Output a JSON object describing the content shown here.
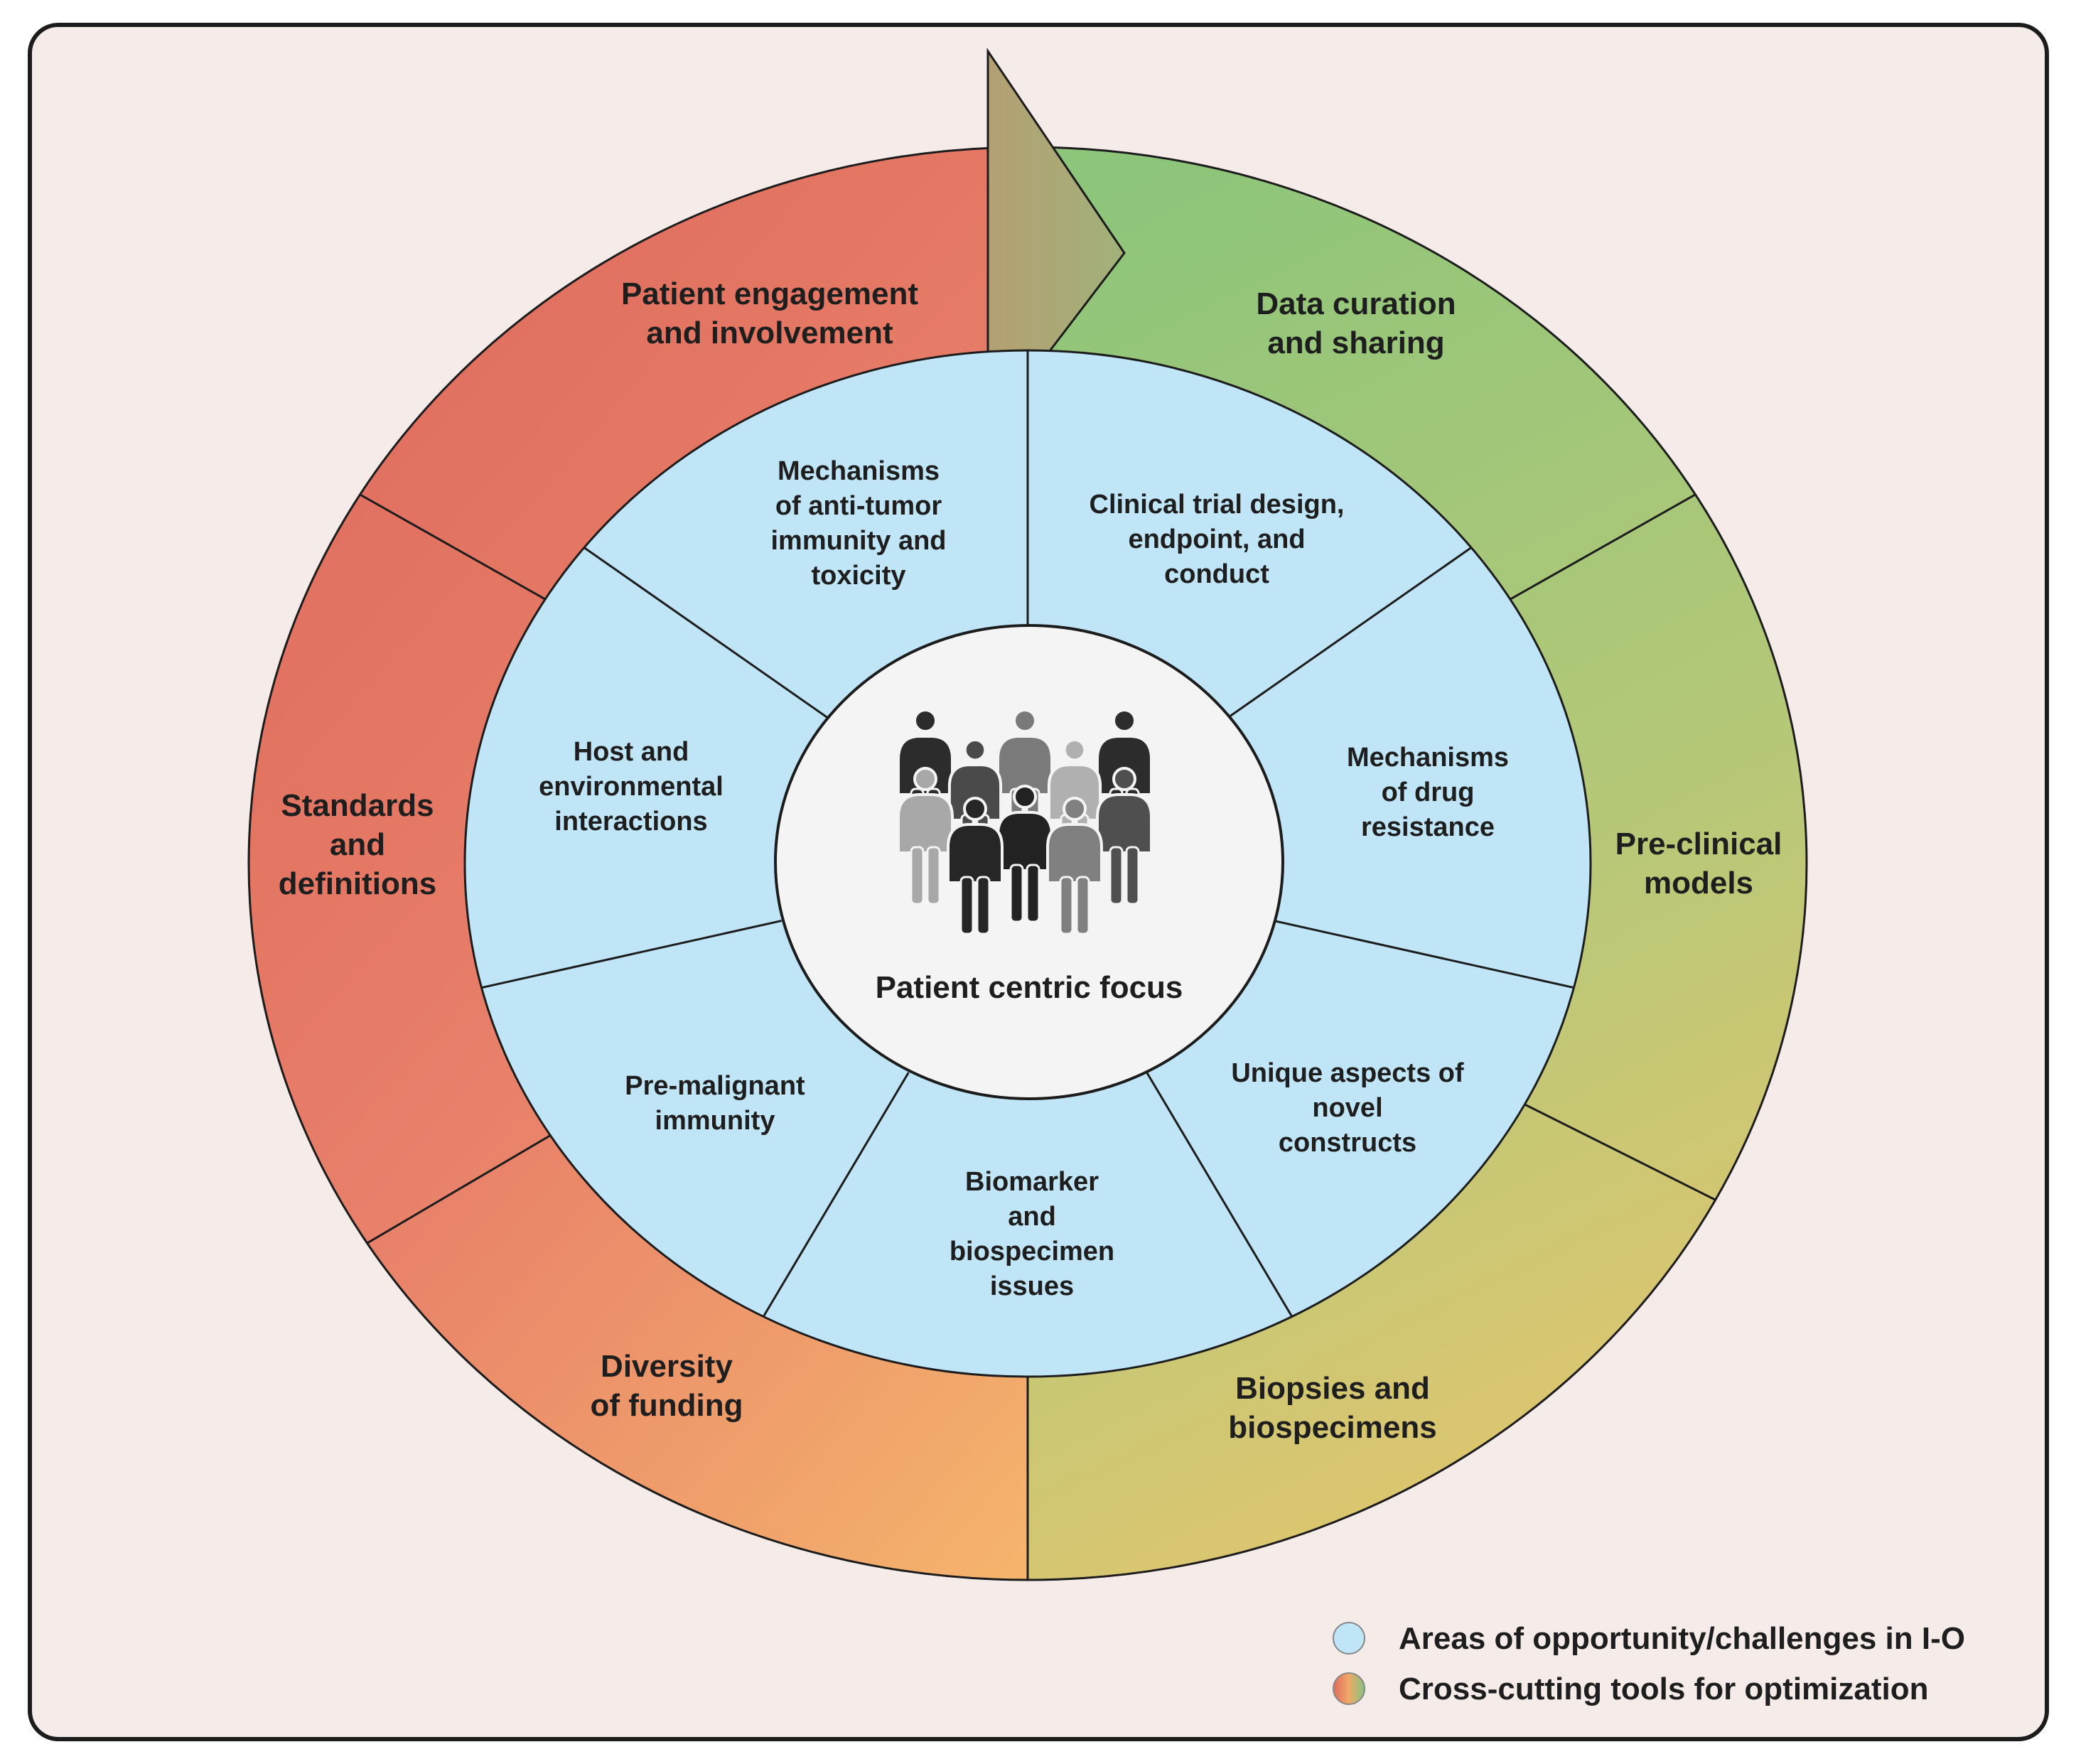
{
  "colors": {
    "background": "#f5ecea",
    "inner_ring": "#bfe5f7",
    "center": "#f4f4f4",
    "outer_gradient_start": "#e06a5c",
    "outer_gradient_mid": "#f5b06a",
    "outer_gradient_end": "#84c57f"
  },
  "center": {
    "label": "Patient centric focus",
    "icon": "people-group-icon"
  },
  "outer_ring": {
    "segments": [
      {
        "id": "patient-engagement",
        "lines": [
          "Patient engagement",
          "and involvement"
        ]
      },
      {
        "id": "data-curation",
        "lines": [
          "Data curation",
          "and sharing"
        ]
      },
      {
        "id": "pre-clinical-models",
        "lines": [
          "Pre-clinical",
          "models"
        ]
      },
      {
        "id": "biopsies",
        "lines": [
          "Biopsies and",
          "biospecimens"
        ]
      },
      {
        "id": "diversity-of-funding",
        "lines": [
          "Diversity",
          "of funding"
        ]
      },
      {
        "id": "standards",
        "lines": [
          "Standards",
          "and",
          "definitions"
        ]
      }
    ]
  },
  "inner_ring": {
    "segments": [
      {
        "id": "clinical-trial-design",
        "lines": [
          "Clinical trial design,",
          "endpoint, and",
          "conduct"
        ]
      },
      {
        "id": "drug-resistance",
        "lines": [
          "Mechanisms",
          "of drug",
          "resistance"
        ]
      },
      {
        "id": "novel-constructs",
        "lines": [
          "Unique aspects of",
          "novel",
          "constructs"
        ]
      },
      {
        "id": "biomarker",
        "lines": [
          "Biomarker",
          "and",
          "biospecimen",
          "issues"
        ]
      },
      {
        "id": "pre-malignant",
        "lines": [
          "Pre-malignant",
          "immunity"
        ]
      },
      {
        "id": "host-environment",
        "lines": [
          "Host and",
          "environmental",
          "interactions"
        ]
      },
      {
        "id": "anti-tumor",
        "lines": [
          "Mechanisms",
          "of anti-tumor",
          "immunity and",
          "toxicity"
        ]
      }
    ]
  },
  "legend": {
    "items": [
      {
        "label": "Areas of opportunity/challenges in I-O",
        "swatch": "inner"
      },
      {
        "label": "Cross-cutting tools for optimization",
        "swatch": "outer"
      }
    ]
  }
}
